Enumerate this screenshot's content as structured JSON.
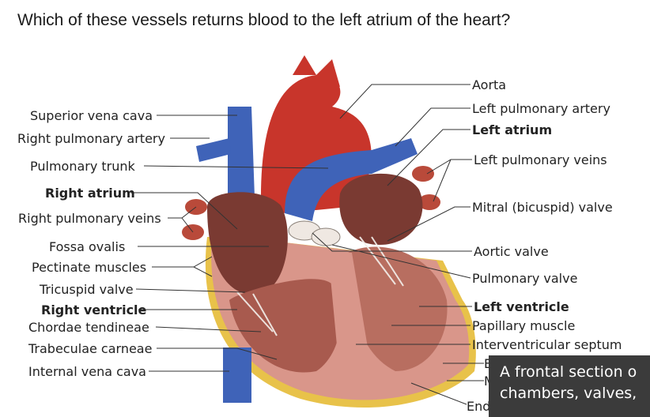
{
  "question": "Which of these vessels returns blood to the left atrium of the heart?",
  "labels_left": {
    "superior_vena_cava": "Superior vena cava",
    "right_pulmonary_artery": "Right pulmonary artery",
    "pulmonary_trunk": "Pulmonary trunk",
    "right_atrium": "Right atrium",
    "right_pulmonary_veins": "Right pulmonary veins",
    "fossa_ovalis": "Fossa ovalis",
    "pectinate_muscles": "Pectinate muscles",
    "tricuspid_valve": "Tricuspid valve",
    "right_ventricle": "Right ventricle",
    "chordae_tendineae": "Chordae tendineae",
    "trabeculae_carneae": "Trabeculae carneae",
    "internal_vena_cava": "Internal vena cava"
  },
  "labels_right": {
    "aorta": "Aorta",
    "left_pulmonary_artery": "Left pulmonary artery",
    "left_atrium": "Left atrium",
    "left_pulmonary_veins": "Left pulmonary veins",
    "mitral_valve": "Mitral (bicuspid) valve",
    "aortic_valve": "Aortic valve",
    "pulmonary_valve": "Pulmonary valve",
    "left_ventricle": "Left ventricle",
    "papillary_muscle": "Papillary muscle",
    "interventricular_septum": "Interventricular septum",
    "partial_e": "E",
    "partial_m": "M",
    "partial_end": "End"
  },
  "caption": {
    "line1": "A frontal section o",
    "line2": "chambers, valves,"
  },
  "colors": {
    "vein_blue": "#3f63b8",
    "artery_red": "#c8352b",
    "myocardium": "#d9968a",
    "chamber": "#7a3a32",
    "fat": "#e8c24a"
  }
}
